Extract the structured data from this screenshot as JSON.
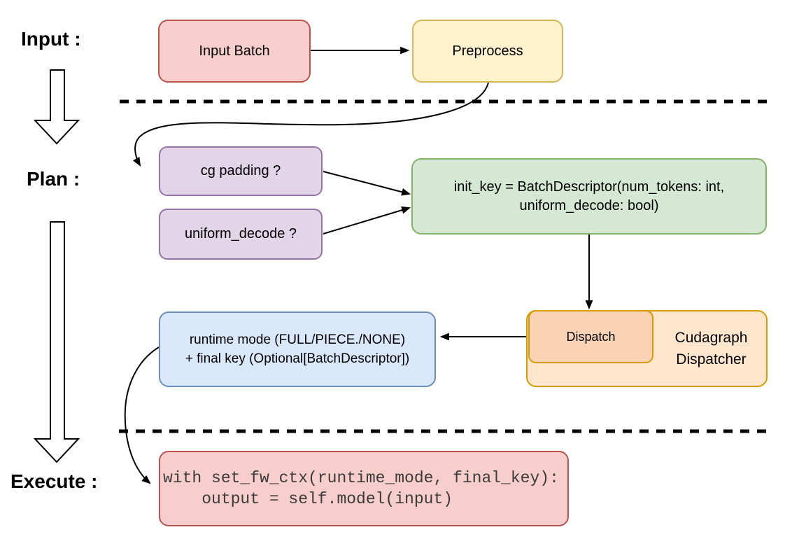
{
  "stages": {
    "input_label": "Input :",
    "plan_label": "Plan :",
    "execute_label": "Execute :"
  },
  "nodes": {
    "input_batch": "Input Batch",
    "preprocess": "Preprocess",
    "cg_padding": "cg padding ?",
    "uniform_decode": "uniform_decode ?",
    "init_key_line1": "init_key = BatchDescriptor(num_tokens: int,",
    "init_key_line2": "uniform_decode: bool)",
    "dispatch": "Dispatch",
    "dispatcher_line1": "Cudagraph",
    "dispatcher_line2": "Dispatcher",
    "runtime_line1": "runtime mode (FULL/PIECE./NONE)",
    "runtime_line2": "+ final key (Optional[BatchDescriptor])",
    "code_line1": "with set_fw_ctx(runtime_mode, final_key):",
    "code_line2": "    output = self.model(input)"
  },
  "colors": {
    "pink_fill": "#F8CECC",
    "pink_stroke": "#B85450",
    "yellow_fill": "#FFF2CC",
    "yellow_stroke": "#D6B656",
    "purple_fill": "#E1D5E7",
    "purple_stroke": "#9673A6",
    "green_fill": "#D5E8D4",
    "green_stroke": "#82B366",
    "orange_fill": "#FFE6CC",
    "orange_stroke": "#D79B00",
    "orange_inner_fill": "#FAD3B4",
    "blue_fill": "#DAE8FC",
    "blue_stroke": "#6C8EBF",
    "line_color": "#000000"
  }
}
